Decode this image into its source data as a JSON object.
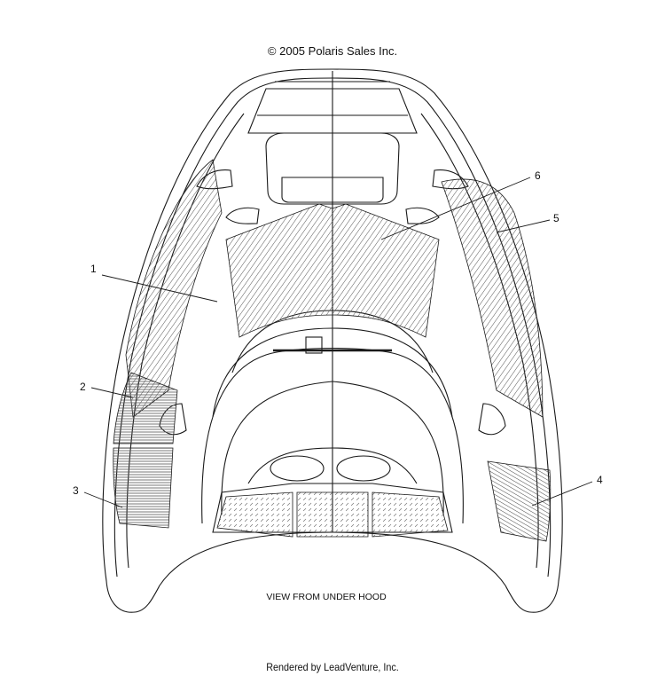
{
  "header": {
    "copyright": "© 2005 Polaris Sales Inc."
  },
  "callouts": [
    {
      "label": "1"
    },
    {
      "label": "2"
    },
    {
      "label": "3"
    },
    {
      "label": "4"
    },
    {
      "label": "5"
    },
    {
      "label": "6"
    }
  ],
  "caption": {
    "view": "VIEW FROM UNDER HOOD"
  },
  "footer": {
    "rendered_by": "Rendered by LeadVenture, Inc."
  },
  "colors": {
    "line": "#1a1a1a",
    "hatch": "#555555",
    "background": "#ffffff"
  }
}
